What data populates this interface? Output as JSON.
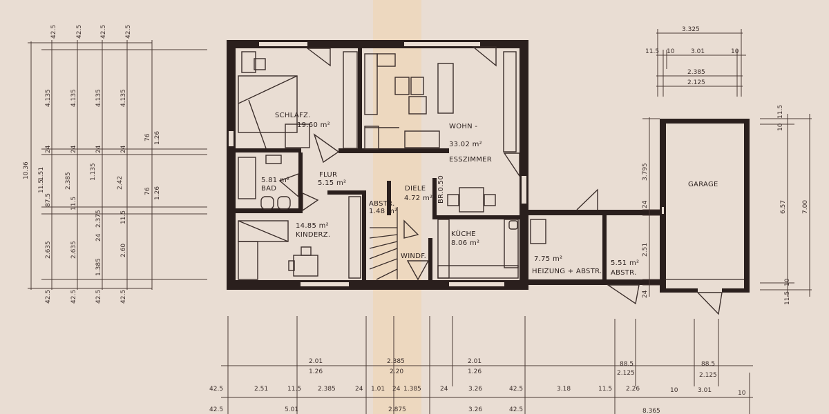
{
  "rooms": {
    "schlafz": {
      "name": "SCHLAFZ.",
      "area": "19.60 m²"
    },
    "wohn": {
      "name": "WOHN -",
      "area": "33.02 m²",
      "name2": "ESSZIMMER"
    },
    "flur": {
      "name": "FLUR",
      "area": "5.15 m²"
    },
    "bad": {
      "name": "BAD",
      "area": "5.81 m²"
    },
    "diele": {
      "name": "DIELE",
      "area": "4.72 m²"
    },
    "br": "BR.0.50",
    "abstr_small": {
      "name": "ABSTR.",
      "area": "1.48 m²"
    },
    "kinderz": {
      "name": "KINDERZ.",
      "area": "14.85 m²"
    },
    "windf": "WINDF.",
    "kueche": {
      "name": "KÜCHE",
      "area": "8.06 m²"
    },
    "heizung": {
      "name": "HEIZUNG + ABSTR.",
      "area": "7.75 m²"
    },
    "abstr2": {
      "name": "ABSTR.",
      "area": "5.51 m²"
    },
    "garage": "GARAGE"
  },
  "left_dims": {
    "top": [
      "42.5",
      "42.5",
      "42.5",
      "42.5"
    ],
    "bottom": [
      "42.5",
      "42.5",
      "42.5",
      "42.5"
    ],
    "total": "10.36",
    "col1": [
      "4.135",
      "24",
      "1.51",
      "11.5",
      "87.5",
      "2.635"
    ],
    "col2": [
      "4.135",
      "24",
      "2.385",
      "11.5",
      "2.635"
    ],
    "col3": [
      "4.135",
      "24",
      "1.135",
      "2.375",
      "24",
      "1.385"
    ],
    "col4": [
      "4.135",
      "24",
      "2.42",
      "11.5",
      "2.60"
    ],
    "col5": [
      "1.26",
      "76",
      "76",
      "1.26"
    ]
  },
  "right_top_dims": {
    "total": "3.325",
    "row2": [
      "11.5",
      "10",
      "3.01",
      "10"
    ],
    "row3": "2.385",
    "row4": "2.125"
  },
  "right_side_dims": [
    "11.5",
    "10",
    "6.57",
    "7.00",
    "10",
    "11.5"
  ],
  "garage_side_dims": [
    "3.795",
    "24",
    "2.51",
    "24"
  ],
  "bottom_dims": {
    "row1": [
      "2.01",
      "2.385",
      "2.01",
      "88.5",
      "88.5"
    ],
    "row2": [
      "1.26",
      "2.20",
      "1.26",
      "2.125",
      "2.125"
    ],
    "row3": [
      "42.5",
      "2.51",
      "11.5",
      "2.385",
      "24",
      "1.01",
      "24",
      "1.385",
      "24",
      "3.26",
      "42.5",
      "3.18",
      "11.5",
      "2.26",
      "10",
      "3.01",
      "10"
    ],
    "row4": [
      "42.5",
      "5.01",
      "2.875",
      "3.26",
      "42.5",
      "8.365"
    ]
  }
}
